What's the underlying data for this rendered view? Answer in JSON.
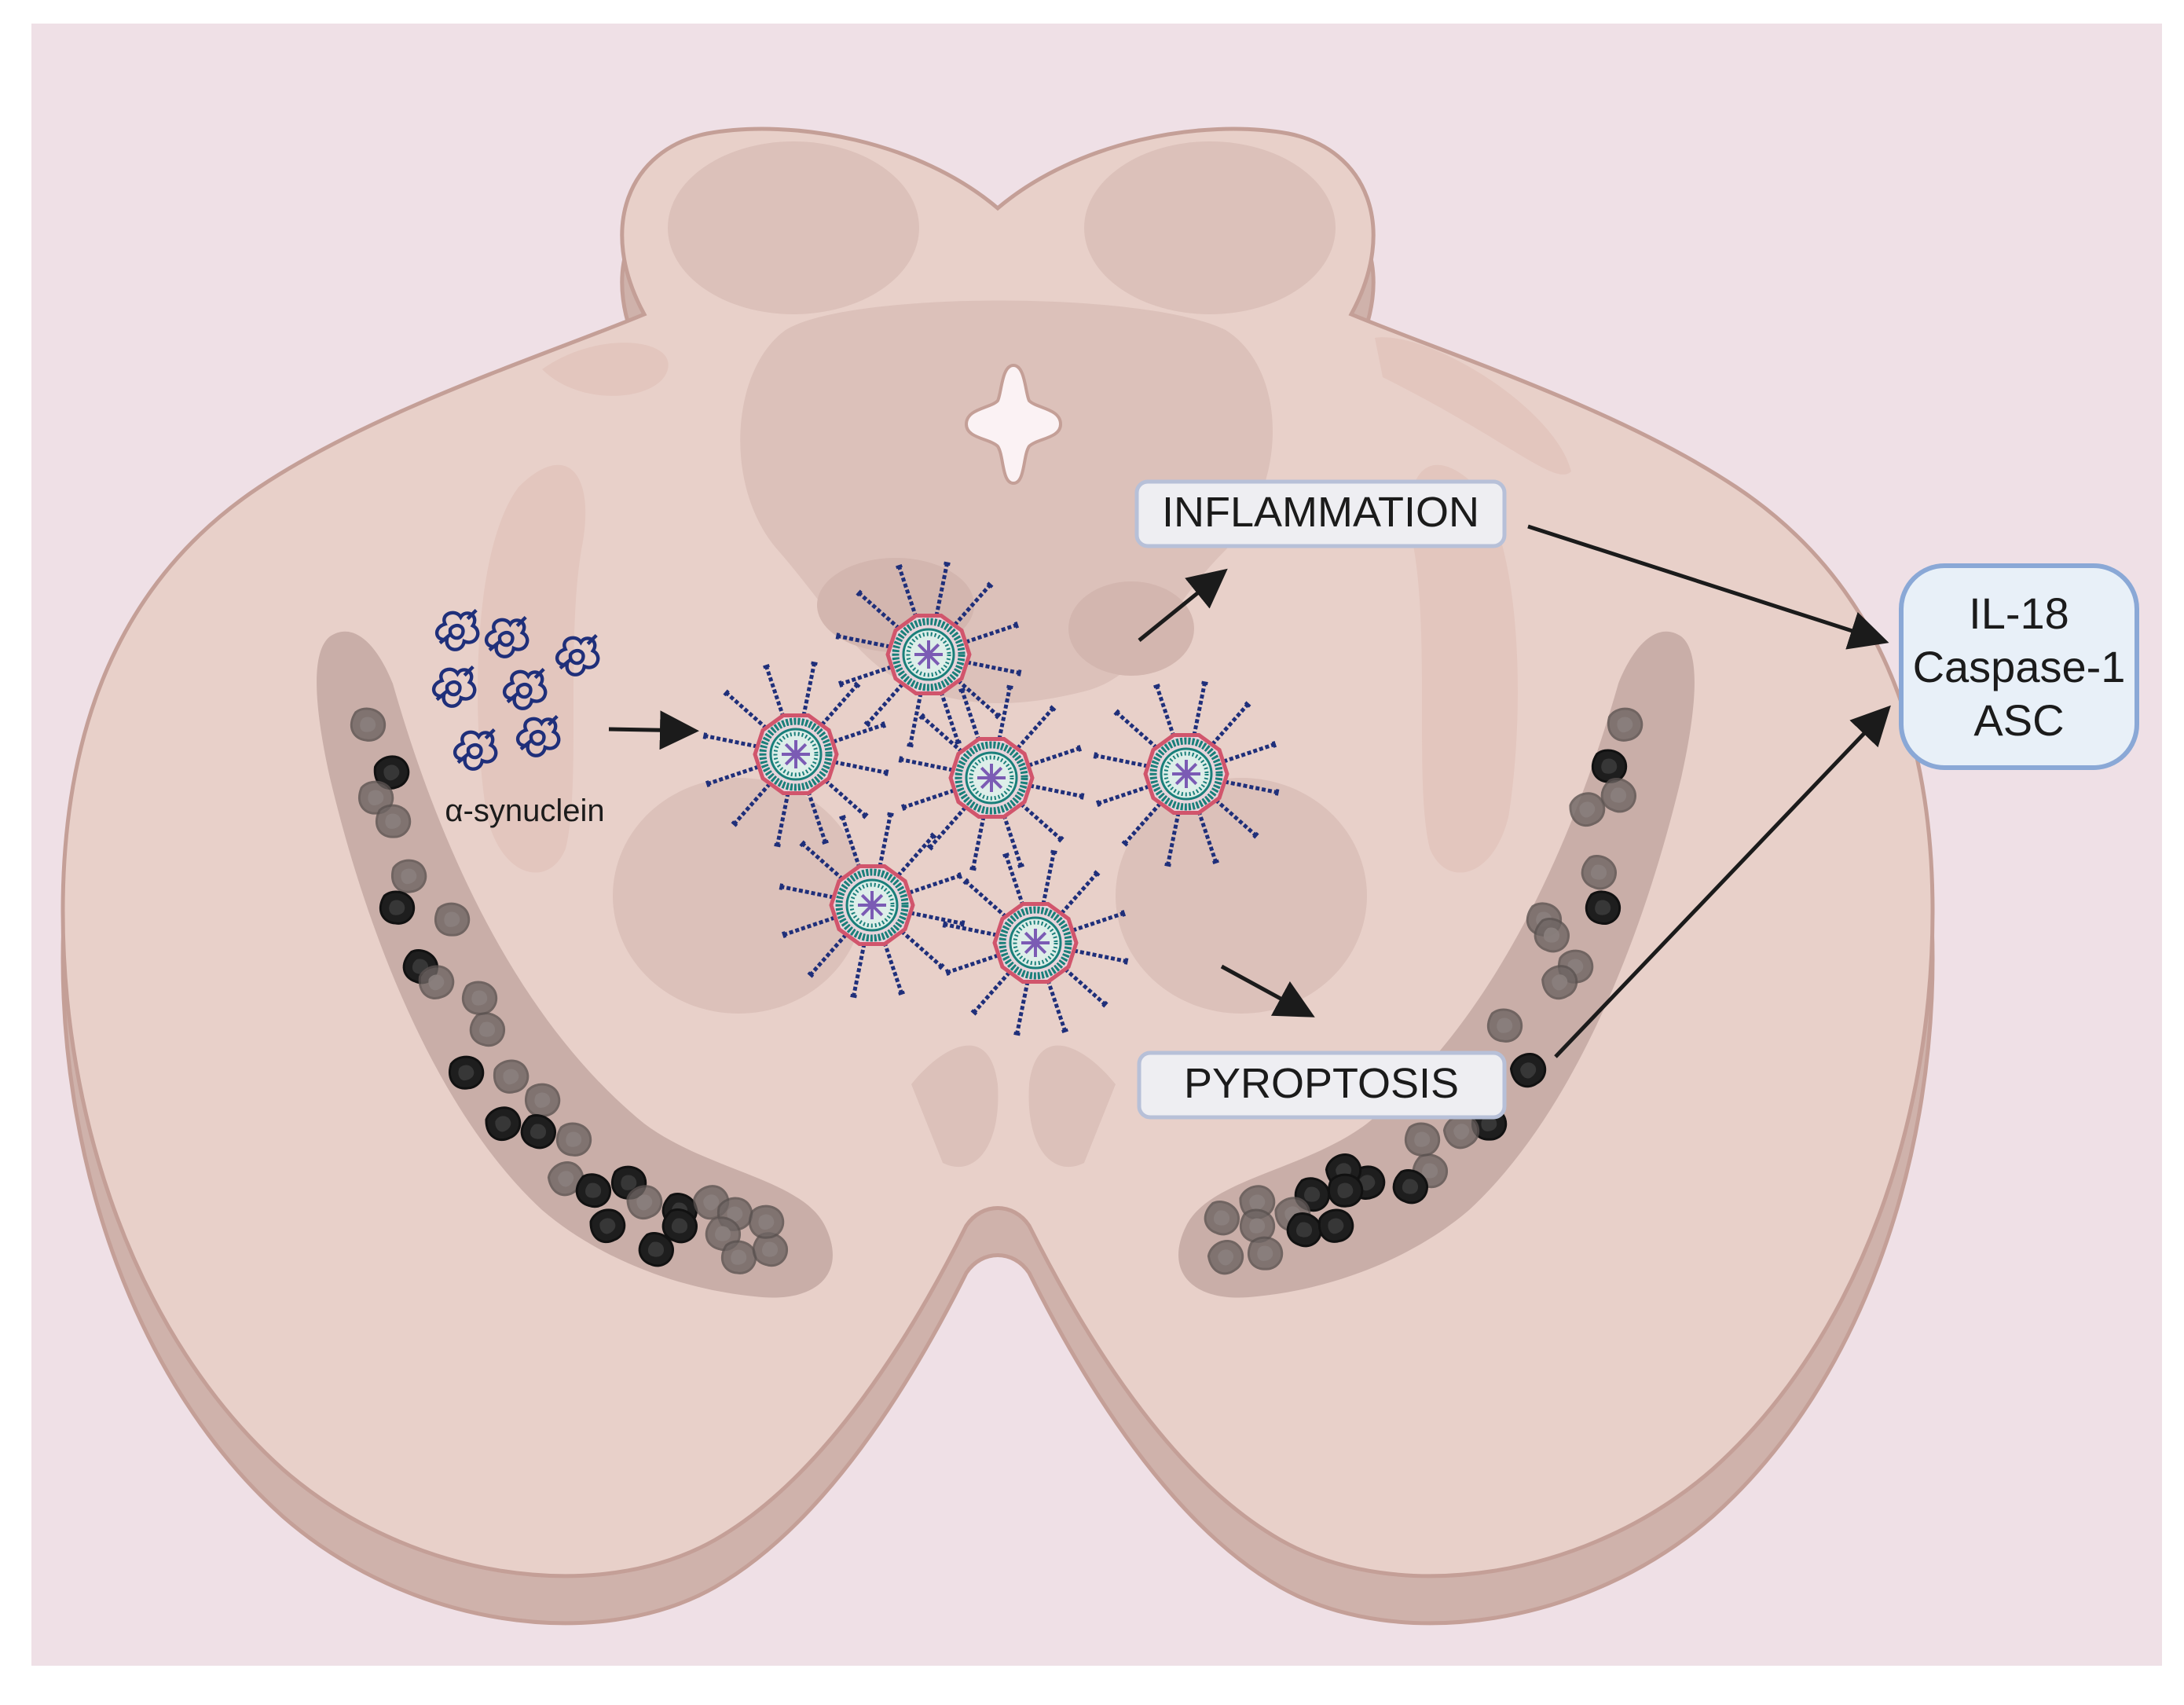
{
  "labels": {
    "alpha_synuclein": "α-synuclein",
    "inflammation": "INFLAMMATION",
    "pyroptosis": "PYROPTOSIS",
    "inflammasome_components": [
      "IL-18",
      "Caspase-1",
      "ASC"
    ]
  },
  "colors": {
    "background": "#efe0e6",
    "brainstem_fill": "#e8d0c9",
    "brainstem_shadow": "#cfb2ab",
    "brainstem_outline": "#c49f97",
    "inner_region": "#dcc1ba",
    "substantia_nigra_band": "#c9aea8",
    "neuron_dark": "#1e1e1e",
    "neuron_gray": "#6e6563",
    "label_box_fill": "#eeeef2",
    "label_box_stroke": "#b7c0d8",
    "result_box_fill": "#e8f0f8",
    "result_box_stroke": "#8aa8d6",
    "arrow": "#1b1b1b",
    "protein": "#1f2f7a",
    "inflammasome_ring": "#d1556c",
    "inflammasome_teal": "#1a7f7a",
    "inflammasome_core": "#7b5bb4"
  },
  "icons": [
    "alpha-synuclein-aggregate-icon",
    "inflammasome-icon",
    "dopaminergic-neuron-icon",
    "arrow-icon"
  ]
}
